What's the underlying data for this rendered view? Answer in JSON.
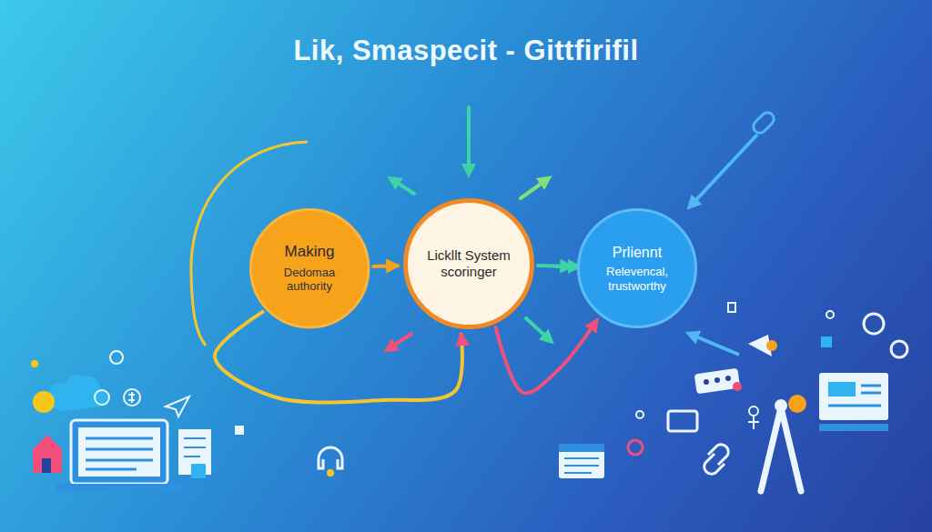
{
  "diagram": {
    "title": "Lik, Smaspecit - Gittfirifil",
    "nodes": [
      {
        "text": [
          "Making",
          "Dedomaa authority"
        ]
      },
      {
        "text": [
          "Lickllt System scoringer"
        ]
      },
      {
        "text": [
          "Prliennt",
          "Relevencal, trustworthy"
        ]
      }
    ],
    "edges": [
      {
        "from": 0,
        "to": 1,
        "arrow": "to"
      },
      {
        "from": 1,
        "to": 2,
        "arrow": "to"
      },
      {
        "from": 0,
        "to": 1,
        "arrow": "to"
      },
      {
        "from": 1,
        "to": 2,
        "arrow": "to"
      }
    ]
  }
}
